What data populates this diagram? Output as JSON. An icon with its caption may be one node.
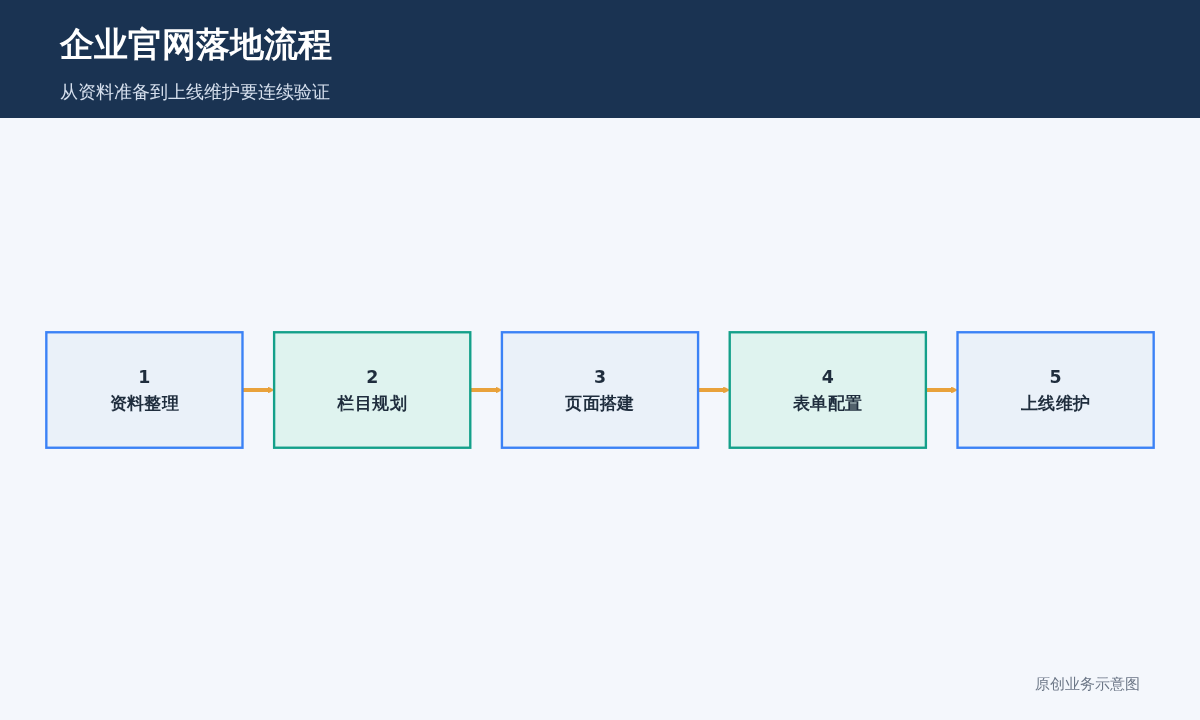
{
  "diagram": {
    "title": "企业官网落地流程",
    "caption": "从资料准备到上线维护要连续验证",
    "nodes": [
      {
        "text": [
          "1",
          "资料整理"
        ]
      },
      {
        "text": [
          "2",
          "栏目规划"
        ]
      },
      {
        "text": [
          "3",
          "页面搭建"
        ]
      },
      {
        "text": [
          "4",
          "表单配置"
        ]
      },
      {
        "text": [
          "5",
          "上线维护"
        ]
      }
    ],
    "edges": [
      {
        "from": 0,
        "to": 1,
        "arrow": "to"
      },
      {
        "from": 1,
        "to": 2,
        "arrow": "to"
      },
      {
        "from": 2,
        "to": 3,
        "arrow": "to"
      },
      {
        "from": 3,
        "to": 4,
        "arrow": "to"
      }
    ],
    "labels": [
      "原创业务示意图"
    ]
  }
}
